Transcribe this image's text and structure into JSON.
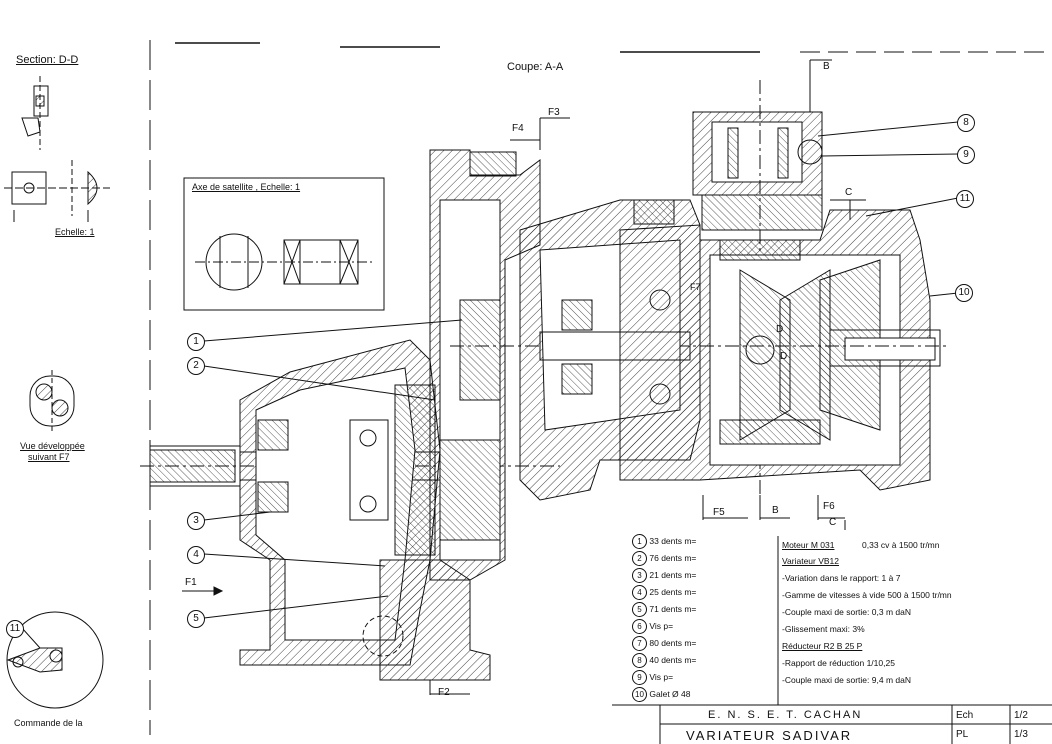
{
  "section_title": "Section: D-D",
  "section_scale": "Echelle: 1",
  "coupe_title": "Coupe: A-A",
  "inset": {
    "title": "Axe  de satellite , Echelle: 1"
  },
  "developed_view": [
    "Vue  développée",
    "suivant  F7"
  ],
  "bottom_left": "Commande  de la",
  "cut_labels": {
    "B_top": "B",
    "F3": "F3",
    "F4": "F4",
    "C_top": "C",
    "F7": "F7",
    "D1": "D",
    "D2": "D",
    "F5": "F5",
    "B_bottom": "B",
    "F6": "F6",
    "C_bottom": "C",
    "F1": "F1",
    "F2": "F2"
  },
  "callouts": [
    "1",
    "2",
    "3",
    "4",
    "5",
    "8",
    "9",
    "10",
    "11",
    "11"
  ],
  "parts_list": [
    {
      "n": "1",
      "text": "33 dents m="
    },
    {
      "n": "2",
      "text": "76 dents m="
    },
    {
      "n": "3",
      "text": "21 dents m="
    },
    {
      "n": "4",
      "text": "25 dents m="
    },
    {
      "n": "5",
      "text": "71 dents m="
    },
    {
      "n": "6",
      "text": "Vis    p="
    },
    {
      "n": "7",
      "text": "80 dents m="
    },
    {
      "n": "8",
      "text": "40 dents m="
    },
    {
      "n": "9",
      "text": "Vis    p="
    },
    {
      "n": "10",
      "text": "Galet  Ø 48"
    }
  ],
  "specs": {
    "moteur_label": "Moteur M 031",
    "moteur_value": "0,33 cv   à  1500 tr/mn",
    "variateur_label": "Variateur VB12",
    "variateur_lines": [
      "-Variation  dans  le  rapport:  1 à 7",
      "-Gamme  de  vitesses  à vide  500 à 1500 tr/mn",
      "-Couple  maxi  de  sortie:  0,3 m daN",
      "-Glissement  maxi:   3%"
    ],
    "reducteur_label": "Réducteur  R2 B 25 P",
    "reducteur_lines": [
      "-Rapport de réduction   1/10,25",
      "-Couple  maxi  de  sortie:  9,4 m daN"
    ]
  },
  "title_block": {
    "school": "E. N. S. E. T.    CACHAN",
    "drawing": "VARIATEUR   SADIVAR",
    "scale_label": "Ech",
    "scale_value": "1/2",
    "sheet_label": "PL",
    "sheet_value": "1/3"
  }
}
